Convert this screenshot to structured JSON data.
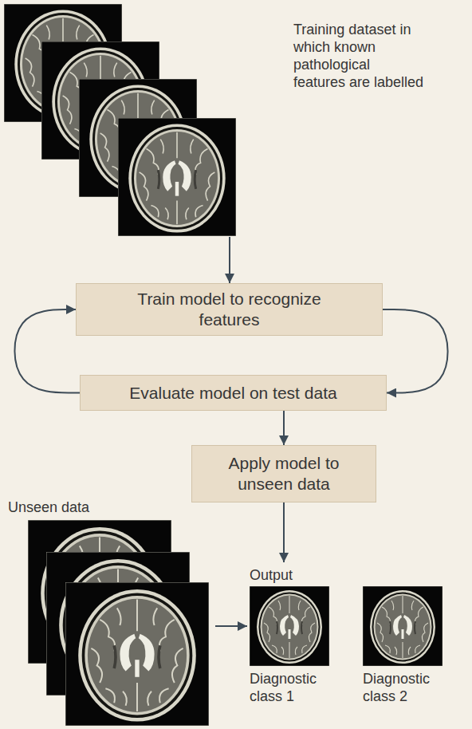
{
  "diagram": {
    "nodes": [
      {
        "text": [
          "Training dataset in which known pathological features are labelled"
        ]
      },
      {
        "text": [
          "Train model to recognize features"
        ]
      },
      {
        "text": [
          "Evaluate model on test data"
        ]
      },
      {
        "text": [
          "Apply model to unseen data"
        ]
      },
      {
        "text": [
          "Unseen data"
        ]
      },
      {
        "text": [
          "Output"
        ]
      },
      {
        "text": [
          "Diagnostic class 1"
        ],
        "in": 5
      },
      {
        "text": [
          "Diagnostic class 2"
        ],
        "in": 5
      }
    ],
    "edges": [
      {
        "from": 0,
        "to": 1,
        "arrow": "to"
      },
      {
        "from": 1,
        "to": 2,
        "arrow": "to"
      },
      {
        "from": 2,
        "to": 1,
        "arrow": "to"
      },
      {
        "from": 2,
        "to": 3,
        "arrow": "to"
      },
      {
        "from": 3,
        "to": 5,
        "arrow": "to"
      },
      {
        "from": 4,
        "to": 5,
        "arrow": "to"
      }
    ]
  }
}
